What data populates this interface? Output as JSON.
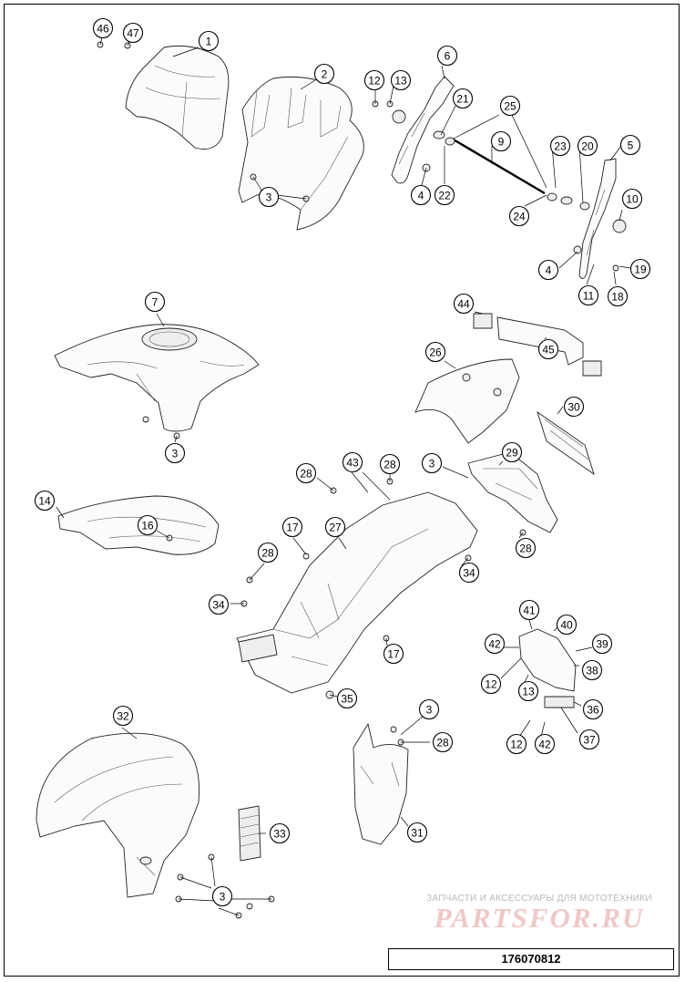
{
  "drawing_code": "176070812",
  "watermark": {
    "caption": "ЗАПЧАСТИ И АКСЕССУАРЫ ДЛЯ МОТОТЕХНИКИ",
    "logo": "PARTSFOR.RU"
  },
  "callouts": [
    {
      "label": "46"
    },
    {
      "label": "47"
    },
    {
      "label": "1"
    },
    {
      "label": "2"
    },
    {
      "label": "3"
    },
    {
      "label": "12"
    },
    {
      "label": "13"
    },
    {
      "label": "6"
    },
    {
      "label": "21"
    },
    {
      "label": "25"
    },
    {
      "label": "9"
    },
    {
      "label": "4"
    },
    {
      "label": "22"
    },
    {
      "label": "23"
    },
    {
      "label": "20"
    },
    {
      "label": "5"
    },
    {
      "label": "24"
    },
    {
      "label": "10"
    },
    {
      "label": "4"
    },
    {
      "label": "19"
    },
    {
      "label": "11"
    },
    {
      "label": "18"
    },
    {
      "label": "7"
    },
    {
      "label": "44"
    },
    {
      "label": "45"
    },
    {
      "label": "26"
    },
    {
      "label": "30"
    },
    {
      "label": "3"
    },
    {
      "label": "14"
    },
    {
      "label": "16"
    },
    {
      "label": "28"
    },
    {
      "label": "43"
    },
    {
      "label": "28"
    },
    {
      "label": "3"
    },
    {
      "label": "29"
    },
    {
      "label": "17"
    },
    {
      "label": "27"
    },
    {
      "label": "28"
    },
    {
      "label": "28"
    },
    {
      "label": "34"
    },
    {
      "label": "34"
    },
    {
      "label": "17"
    },
    {
      "label": "41"
    },
    {
      "label": "40"
    },
    {
      "label": "42"
    },
    {
      "label": "39"
    },
    {
      "label": "38"
    },
    {
      "label": "12"
    },
    {
      "label": "13"
    },
    {
      "label": "36"
    },
    {
      "label": "35"
    },
    {
      "label": "32"
    },
    {
      "label": "3"
    },
    {
      "label": "28"
    },
    {
      "label": "37"
    },
    {
      "label": "12"
    },
    {
      "label": "42"
    },
    {
      "label": "33"
    },
    {
      "label": "31"
    },
    {
      "label": "3"
    }
  ]
}
